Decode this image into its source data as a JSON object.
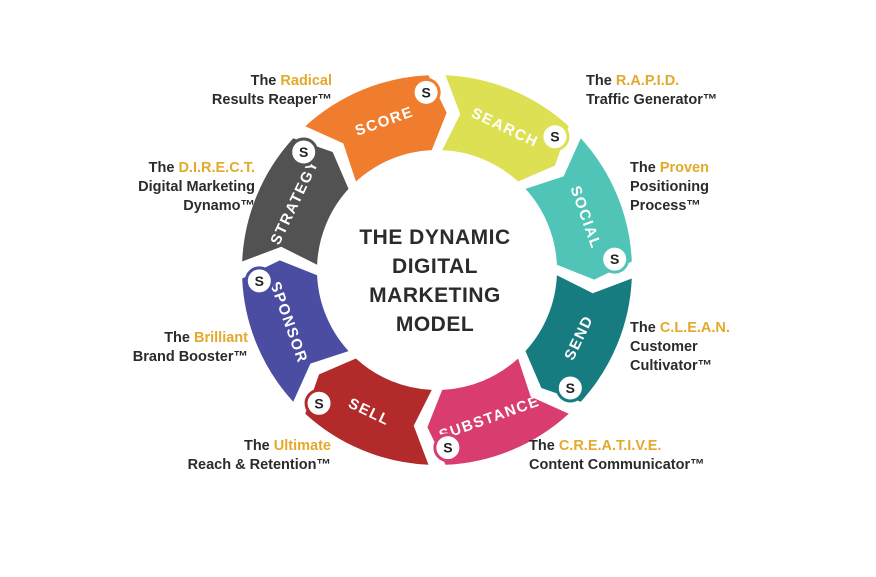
{
  "center_title": [
    "THE DYNAMIC",
    "DIGITAL",
    "MARKETING",
    "MODEL"
  ],
  "badge_letter": "S",
  "segments": [
    {
      "label": "SCORE",
      "color": "#ef7d2d"
    },
    {
      "label": "SEARCH",
      "color": "#dde052"
    },
    {
      "label": "SOCIAL",
      "color": "#50c5b7"
    },
    {
      "label": "SEND",
      "color": "#177c80"
    },
    {
      "label": "SUBSTANCE",
      "color": "#d93c6e"
    },
    {
      "label": "SELL",
      "color": "#b22a2a"
    },
    {
      "label": "SPONSOR",
      "color": "#4a4da1"
    },
    {
      "label": "STRATEGY",
      "color": "#525252"
    }
  ],
  "callouts": {
    "score": {
      "pre": "The ",
      "highlight": "Radical",
      "rest": [
        "Results Reaper™"
      ]
    },
    "search": {
      "pre": "The ",
      "highlight": "R.A.P.I.D.",
      "rest": [
        "Traffic Generator™"
      ]
    },
    "strategy": {
      "pre": "The ",
      "highlight": "D.I.R.E.C.T.",
      "rest": [
        "Digital Marketing",
        "Dynamo™"
      ]
    },
    "social": {
      "pre": "The ",
      "highlight": "Proven",
      "rest": [
        "Positioning",
        "Process™"
      ]
    },
    "sponsor": {
      "pre": "The ",
      "highlight": "Brilliant",
      "rest": [
        "Brand Booster™"
      ]
    },
    "send": {
      "pre": "The ",
      "highlight": "C.L.E.A.N.",
      "rest": [
        "Customer",
        "Cultivator™"
      ]
    },
    "sell": {
      "pre": "The ",
      "highlight": "Ultimate",
      "rest": [
        "Reach & Retention™"
      ]
    },
    "substance": {
      "pre": "The ",
      "highlight": "C.R.E.A.T.I.V.E.",
      "rest": [
        "Content Communicator™"
      ]
    }
  },
  "colors": {
    "highlight": "#e3a92a",
    "text": "#2b2b2b",
    "badge_fill": "#ffffff"
  }
}
